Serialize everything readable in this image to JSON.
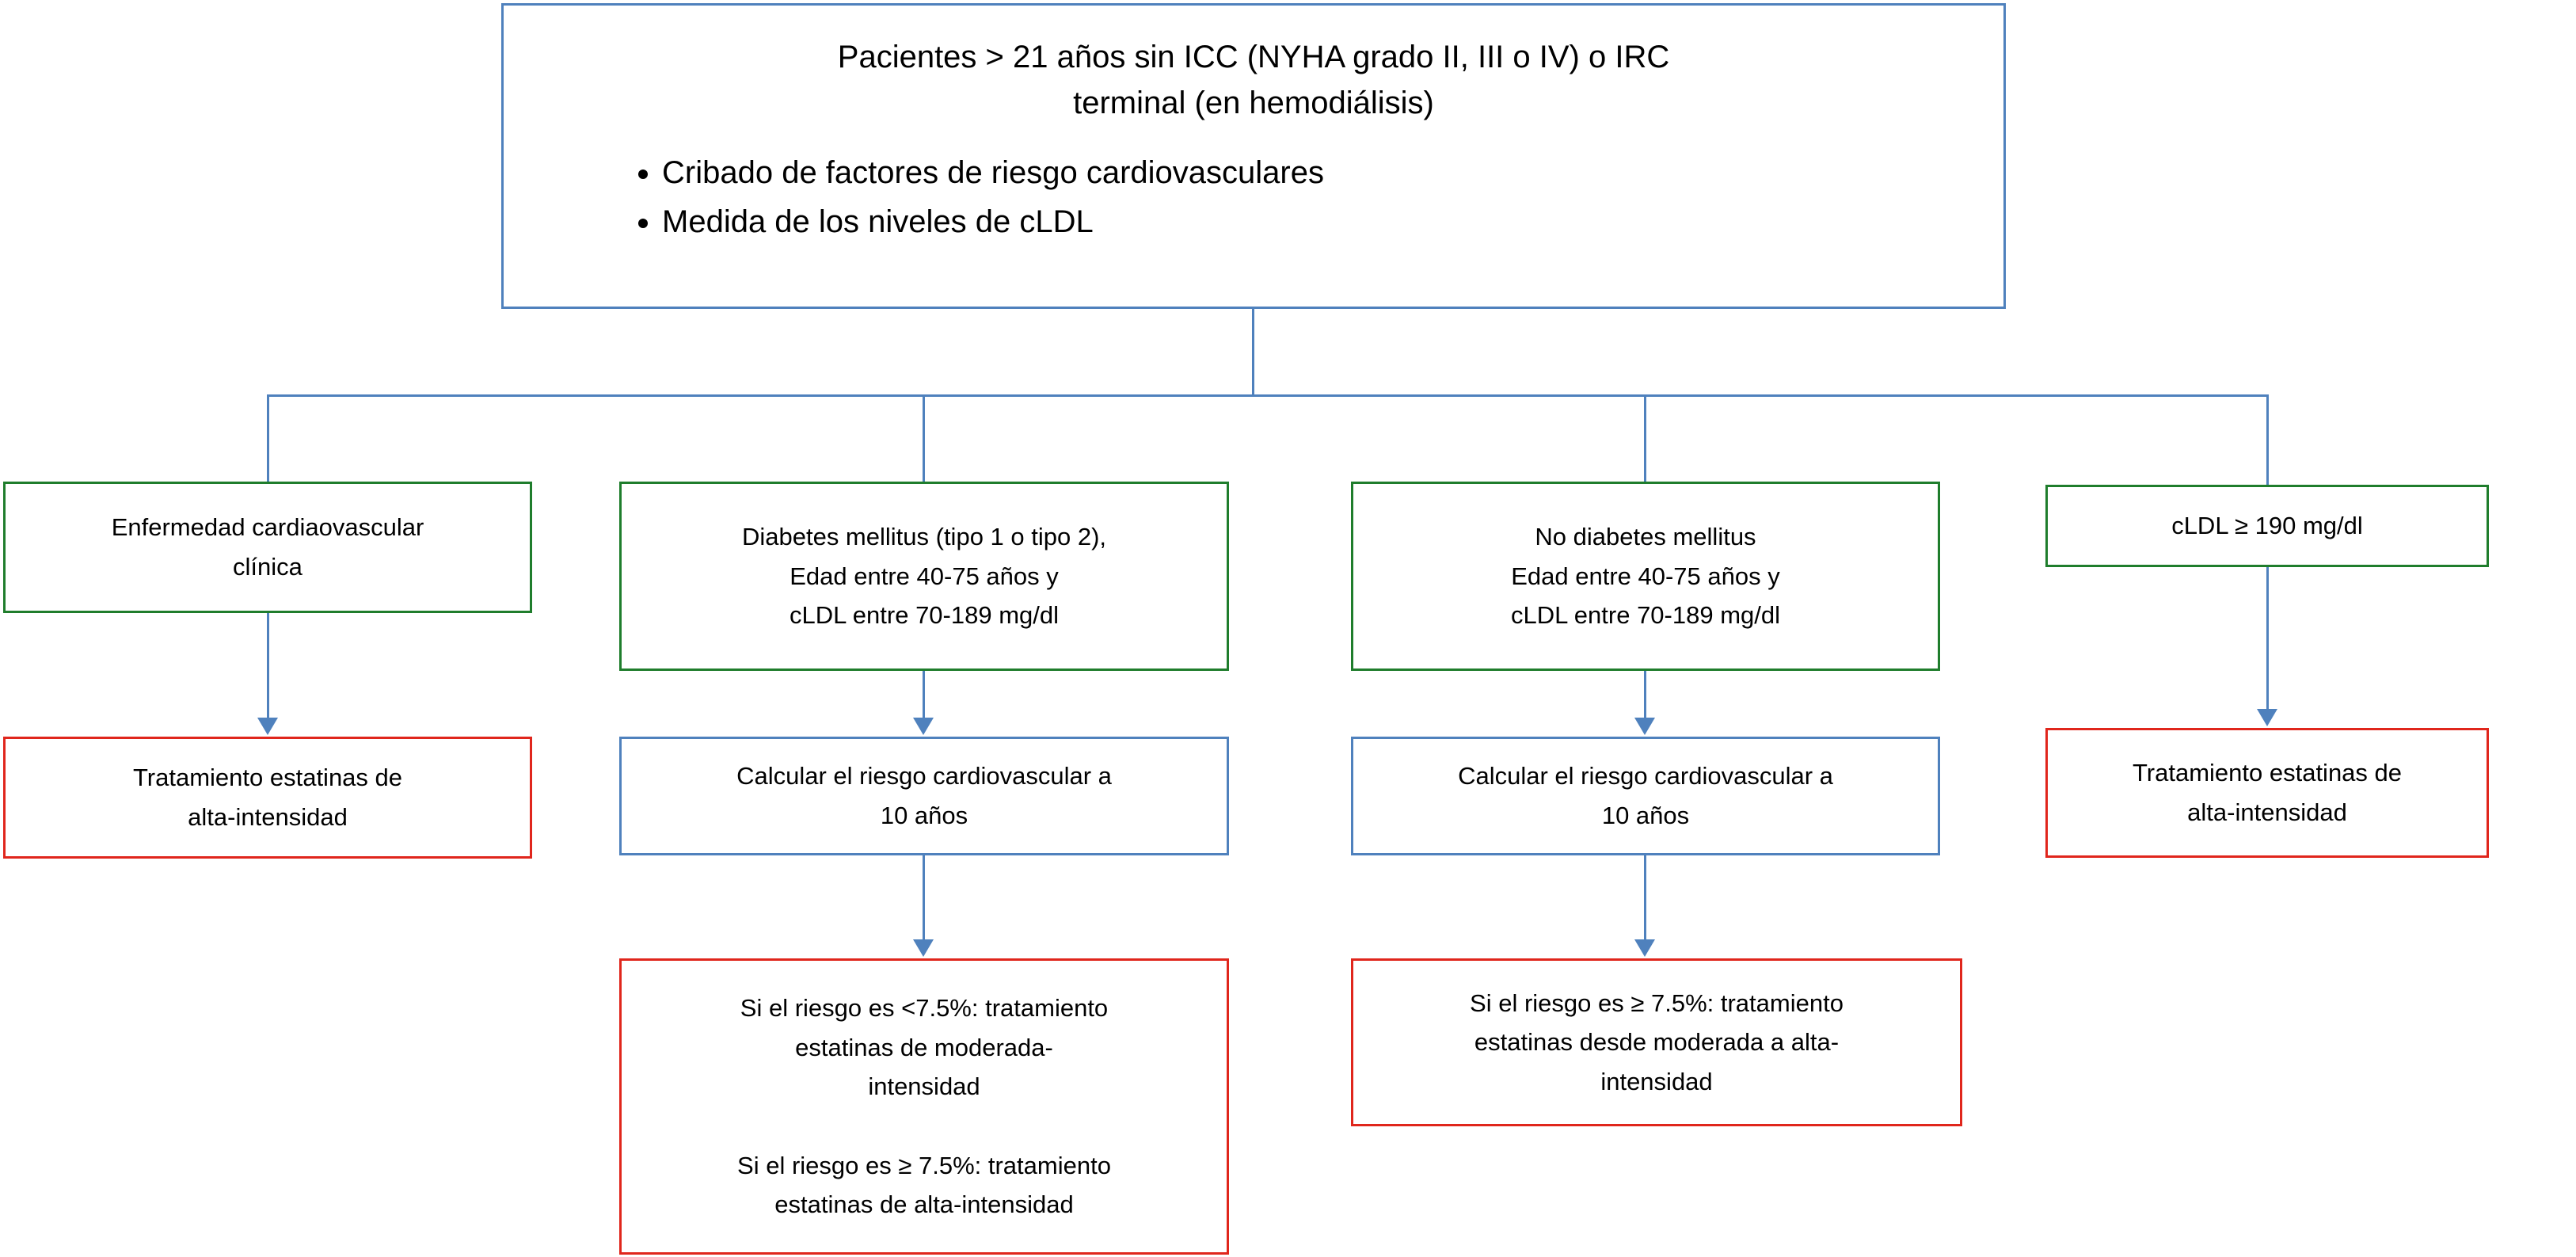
{
  "colors": {
    "connector_blue": "#4f81bd",
    "condition_green": "#1f7d2c",
    "treatment_red": "#e0261c",
    "box_blue": "#4f81bd"
  },
  "root_box": {
    "title": "Pacientes > 21 años sin ICC (NYHA grado II, III o IV) o IRC\nterminal (en hemodiálisis)",
    "bullets": [
      "Cribado de factores de riesgo cardiovasculares",
      "Medida de los niveles de cLDL"
    ]
  },
  "branches": [
    {
      "condition": "Enfermedad cardiaovascular\nclínica",
      "treatment": "Tratamiento estatinas de\nalta-intensidad"
    },
    {
      "condition": "Diabetes mellitus (tipo 1 o tipo 2),\nEdad entre 40-75 años y\ncLDL entre 70-189 mg/dl",
      "risk_calc": "Calcular el riesgo cardiovascular a\n10 años",
      "treatment": "Si el riesgo es <7.5%: tratamiento\nestatinas de moderada-\nintensidad\n\nSi el riesgo es ≥ 7.5%: tratamiento\nestatinas de alta-intensidad"
    },
    {
      "condition": "No diabetes mellitus\nEdad entre 40-75 años y\ncLDL entre 70-189 mg/dl",
      "risk_calc": "Calcular el riesgo cardiovascular a\n10 años",
      "treatment": "Si el riesgo es ≥ 7.5%: tratamiento\nestatinas desde moderada a alta-\nintensidad"
    },
    {
      "condition": "cLDL ≥ 190 mg/dl",
      "treatment": "Tratamiento estatinas de\nalta-intensidad"
    }
  ]
}
